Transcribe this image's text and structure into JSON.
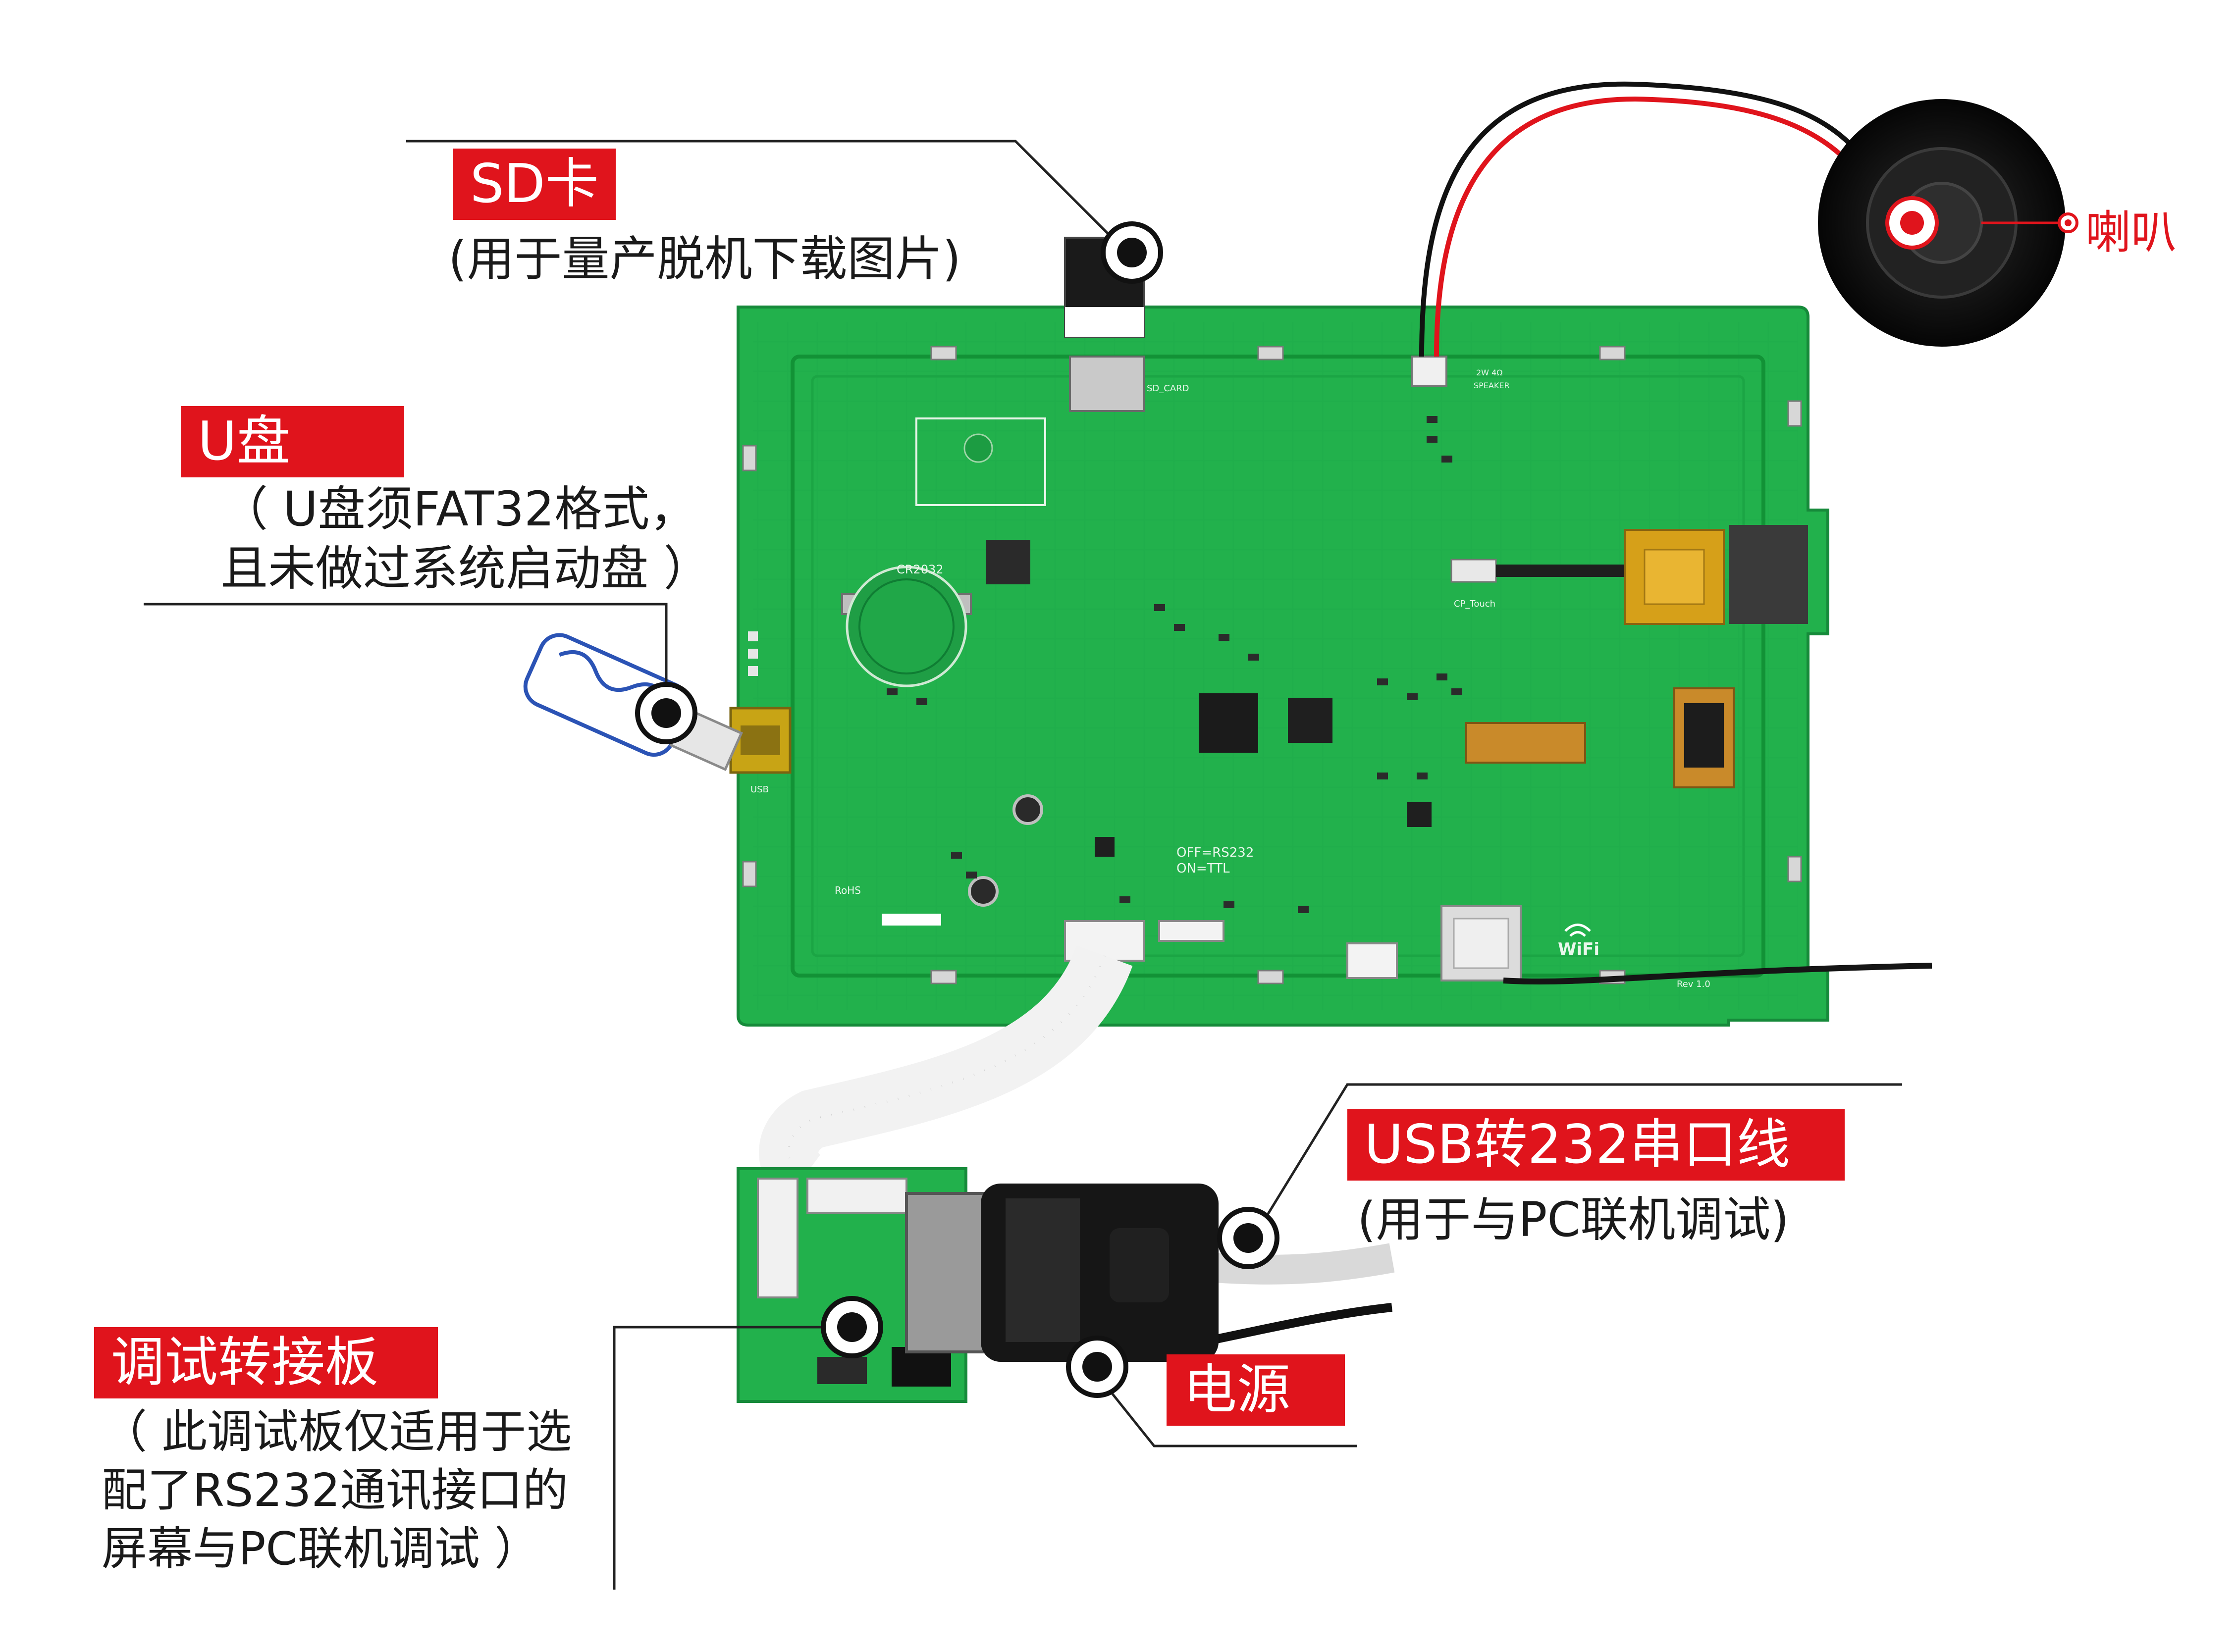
{
  "callouts": {
    "sd_card": {
      "label": "SD卡",
      "desc": "(用于量产脱机下载图片)"
    },
    "u_disk": {
      "label": "U盘",
      "desc_line1": "（ U盘须FAT32格式，",
      "desc_line2": "且未做过系统启动盘 ）"
    },
    "speaker": {
      "label": "喇叭"
    },
    "usb232": {
      "label": "USB转232串口线",
      "desc": "(用于与PC联机调试)"
    },
    "debug_board": {
      "label": "调试转接板",
      "desc_line1": "（ 此调试板仅适用于选",
      "desc_line2": "配了RS232通讯接口的",
      "desc_line3": "屏幕与PC联机调试 ）"
    },
    "power": {
      "label": "电源"
    }
  },
  "board": {
    "silkscreen": {
      "battery": "CR2032",
      "sd_slot": "SD_CARD",
      "speaker_conn": "SPEAKER",
      "speaker_spec": "2W 4Ω",
      "touch": "CP_Touch",
      "rs232": "OFF=RS232",
      "ttl": "ON=TTL",
      "usb": "USB",
      "wifi": "WiFi",
      "rev": "Rev 1.0",
      "rohs": "RoHS"
    }
  },
  "colors": {
    "accent_red": "#e0141c",
    "pcb_green": "#1fae4b",
    "pcb_trace": "#148a38",
    "leader_line": "#222222"
  }
}
